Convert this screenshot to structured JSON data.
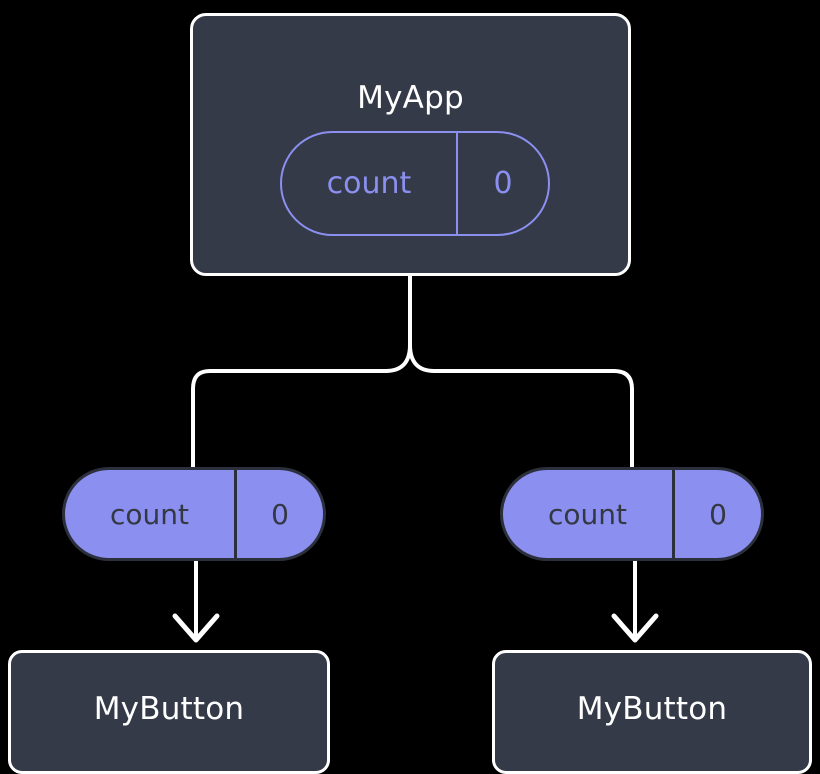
{
  "diagram": {
    "title": "React component tree with count state and props",
    "background_color": "#000000",
    "node_fill": "#343a48",
    "node_border": "#ffffff",
    "accent_color": "#8b8ff0",
    "pill_text_color": "#333843",
    "connector_color": "#ffffff"
  },
  "root": {
    "name": "root-component",
    "label": "MyApp",
    "state": {
      "key": "count",
      "value": "0"
    }
  },
  "props": [
    {
      "name": "props-left",
      "key": "count",
      "value": "0"
    },
    {
      "name": "props-right",
      "key": "count",
      "value": "0"
    }
  ],
  "children": [
    {
      "name": "child-left",
      "label": "MyButton"
    },
    {
      "name": "child-right",
      "label": "MyButton"
    }
  ],
  "connectors": [
    {
      "name": "root-to-branch-trunk",
      "from": "MyApp",
      "to": "branch-point",
      "style": "solid-line"
    },
    {
      "name": "branch-to-props-left",
      "from": "branch-point",
      "to": "props-left",
      "style": "elbow-line"
    },
    {
      "name": "branch-to-props-right",
      "from": "branch-point",
      "to": "props-right",
      "style": "elbow-line"
    },
    {
      "name": "props-left-to-child-left",
      "from": "props-left",
      "to": "MyButton",
      "style": "arrow-down"
    },
    {
      "name": "props-right-to-child-right",
      "from": "props-right",
      "to": "MyButton",
      "style": "arrow-down"
    }
  ]
}
